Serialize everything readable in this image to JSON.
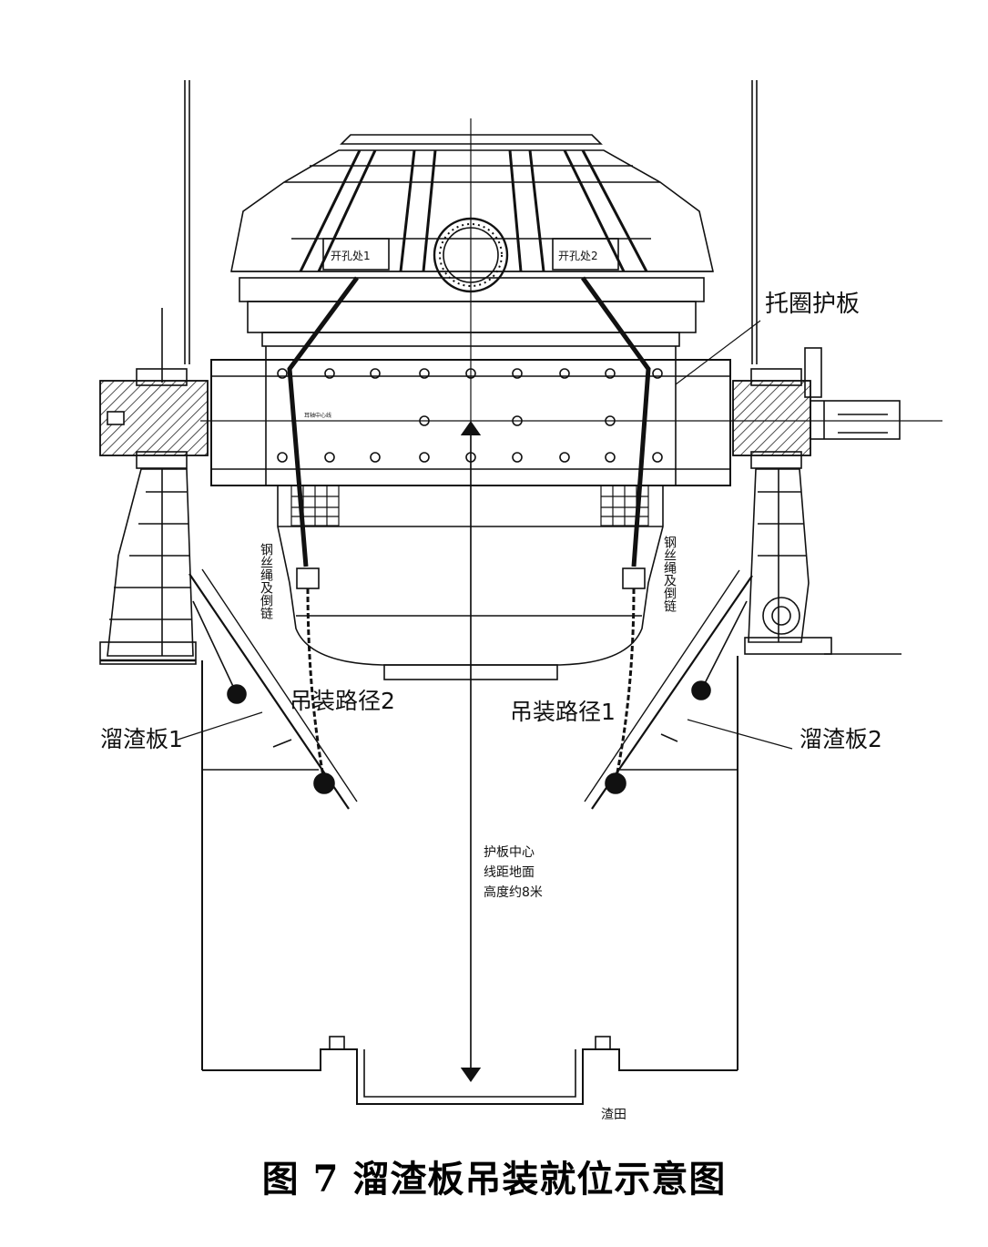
{
  "labels": {
    "kaikong1": "开孔处1",
    "kaikong2": "开孔处2",
    "tuoquan": "托圈护板",
    "rope_left": "钢丝绳及倒链",
    "rope_right": "钢丝绳及倒链",
    "path2": "吊装路径2",
    "path1": "吊装路径1",
    "chute1": "溜渣板1",
    "chute2": "溜渣板2",
    "height_note": [
      "护板中心",
      "线距地面",
      "高度约8米"
    ],
    "slag_pot": "渣田",
    "center_small": "耳轴中心线"
  },
  "caption": "图 7  溜渣板吊装就位示意图"
}
